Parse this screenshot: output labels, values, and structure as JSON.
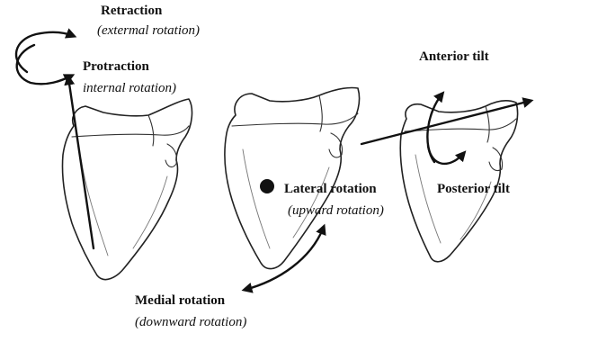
{
  "figure": {
    "background_color": "#ffffff",
    "ink_color": "#111111",
    "labels": {
      "retraction": "Retraction",
      "retraction_sub": "(extermal rotation)",
      "protraction": "Protraction",
      "protraction_sub": "internal rotation)",
      "anterior_tilt": "Anterior tilt",
      "posterior_tilt": "Posterior tilt",
      "lateral_rotation": "Lateral rotation",
      "lateral_rotation_sub": "(upward rotation)",
      "medial_rotation": "Medial rotation",
      "medial_rotation_sub": "(downward rotation)"
    }
  }
}
